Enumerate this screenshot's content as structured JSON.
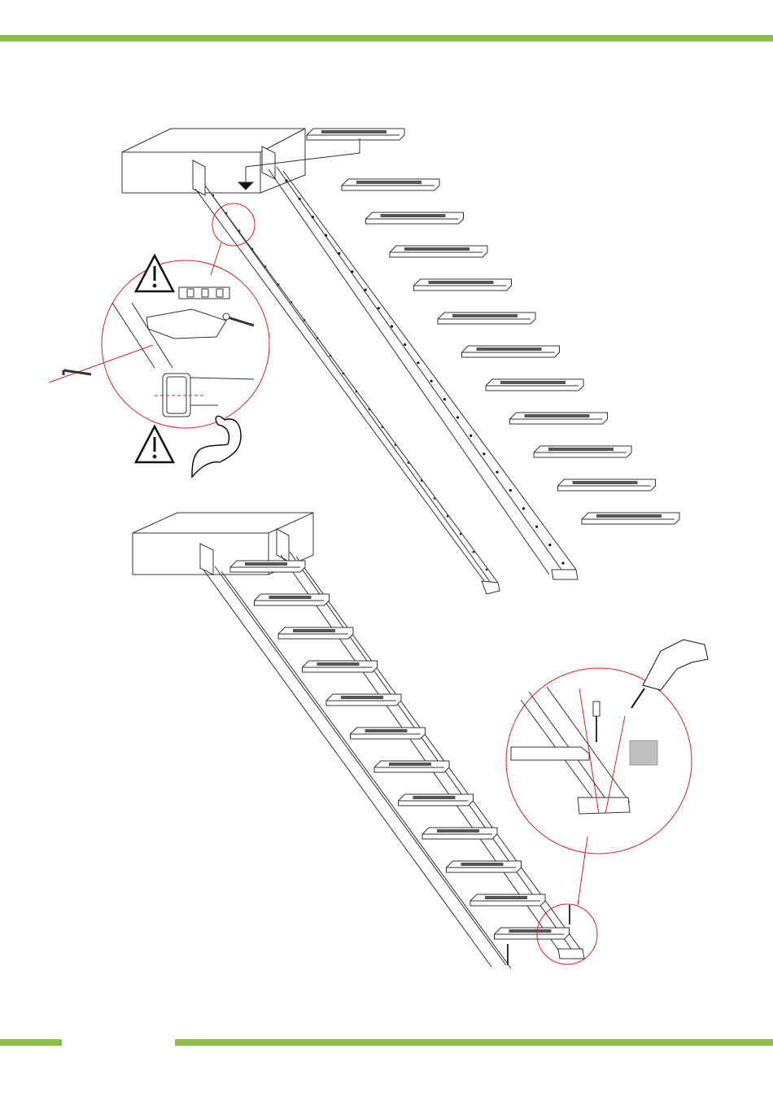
{
  "page": {
    "title": "",
    "accent_color": "#8bbd45",
    "detail_color": "#e02020",
    "line_color": "#333333"
  },
  "figures": [
    {
      "name": "stair-exploded-view",
      "treads_count": 12
    },
    {
      "name": "stair-assembled-view",
      "treads_count": 12
    }
  ],
  "icons": [
    "warning-icon",
    "strength-arm-icon",
    "drill-icon",
    "bolt-icon",
    "wrench-icon",
    "allen-key-icon",
    "anchor-screw-icon",
    "wall-plug-icon"
  ]
}
